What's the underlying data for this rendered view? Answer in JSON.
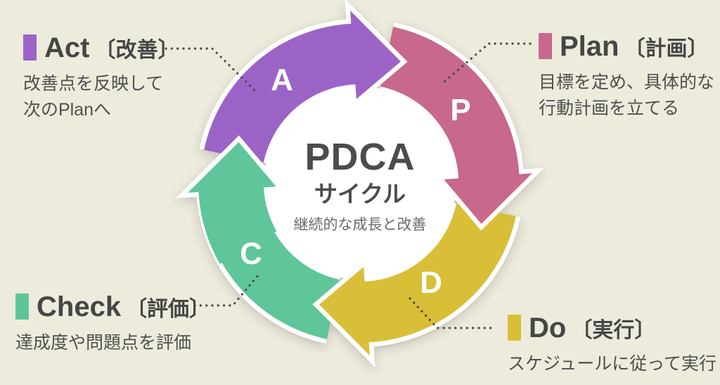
{
  "background_color": "#EDEBDC",
  "center": {
    "title": "PDCA",
    "subtitle": "サイクル",
    "tagline": "継続的な成長と改善"
  },
  "segments": [
    {
      "name": "act",
      "letter": "A",
      "label": "Act",
      "bracket_label": "〔改善〕",
      "description_lines": [
        "改善点を反映して",
        "次のPlanへ"
      ],
      "color": "#9C64C7"
    },
    {
      "name": "plan",
      "letter": "P",
      "label": "Plan",
      "bracket_label": "〔計画〕",
      "description_lines": [
        "目標を定め、具体的な",
        "行動計画を立てる"
      ],
      "color": "#C7688C"
    },
    {
      "name": "check",
      "letter": "C",
      "label": "Check",
      "bracket_label": "〔評価〕",
      "description_lines": [
        "達成度や問題点を評価"
      ],
      "color": "#5EC59B"
    },
    {
      "name": "do",
      "letter": "D",
      "label": "Do",
      "bracket_label": "〔実行〕",
      "description_lines": [
        "スケジュールに従って実行"
      ],
      "color": "#D9BE37"
    }
  ]
}
